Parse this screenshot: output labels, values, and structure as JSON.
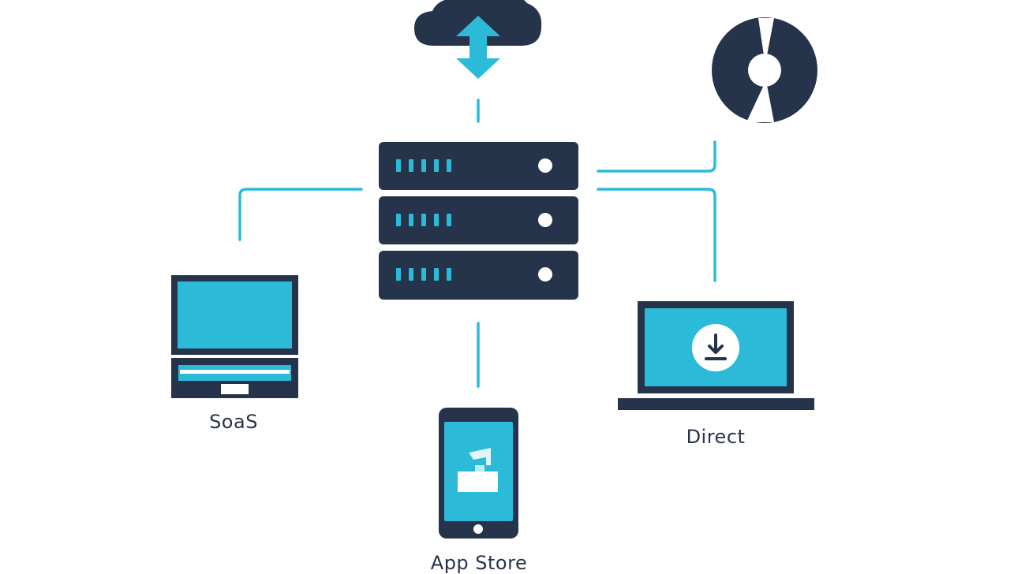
{
  "colors": {
    "navy": "#25344b",
    "cyan": "#2bbbd8",
    "white": "#ffffff"
  },
  "labels": {
    "saas": "SoaS",
    "direct": "Direct",
    "app_store": "App Store"
  },
  "icons": {
    "cloud": "cloud-sync-icon",
    "disc": "disc-icon",
    "server": "server-rack-icon",
    "saas": "laptop-icon",
    "direct": "laptop-download-icon",
    "app_store": "smartphone-app-icon"
  }
}
